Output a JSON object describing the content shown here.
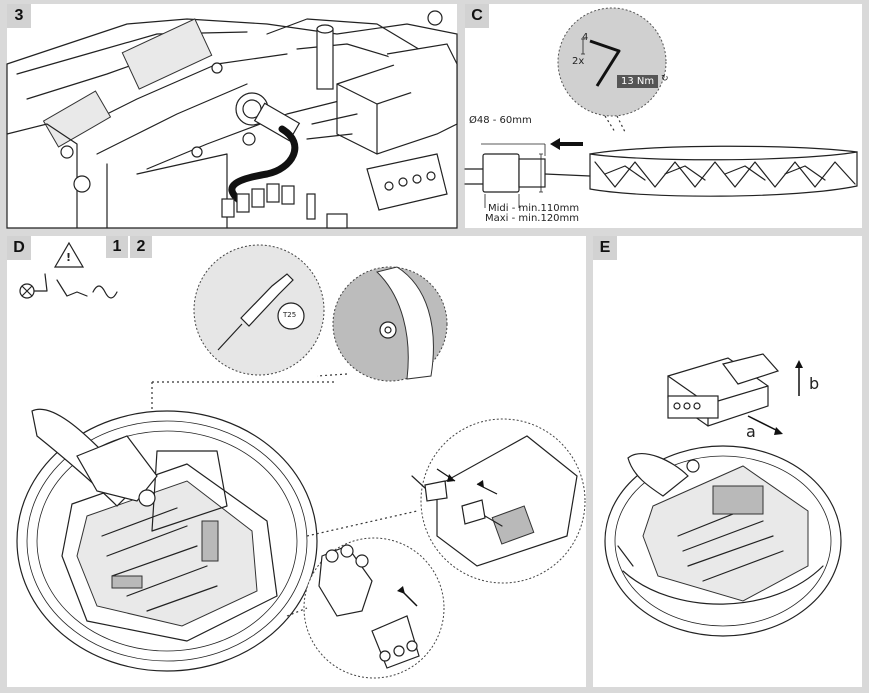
{
  "panels": {
    "three": {
      "tag": "3"
    },
    "c": {
      "tag": "C",
      "bit_size": "4",
      "count": "2x",
      "torque": "13 Nm",
      "diameter": "Ø48 - 60mm",
      "midi": "Midi - min.110mm",
      "maxi": "Maxi - min.120mm"
    },
    "d": {
      "tag": "D",
      "step_1": "1",
      "step_2": "2",
      "warning_symbol": "!",
      "torx": "T25"
    },
    "e": {
      "tag": "E",
      "arrow_a": "a",
      "arrow_b": "b"
    }
  },
  "icons": [
    "warning-triangle-icon",
    "lamp-icon",
    "switch-icon",
    "ac-wave-icon",
    "screwdriver-icon",
    "torx-icon",
    "hex-key-icon",
    "rotation-icon"
  ],
  "colors": {
    "background": "#d9d9d9",
    "panel": "#ffffff",
    "tag": "#d2d2d2",
    "line": "#222222",
    "shade": "#b9b9b9"
  }
}
